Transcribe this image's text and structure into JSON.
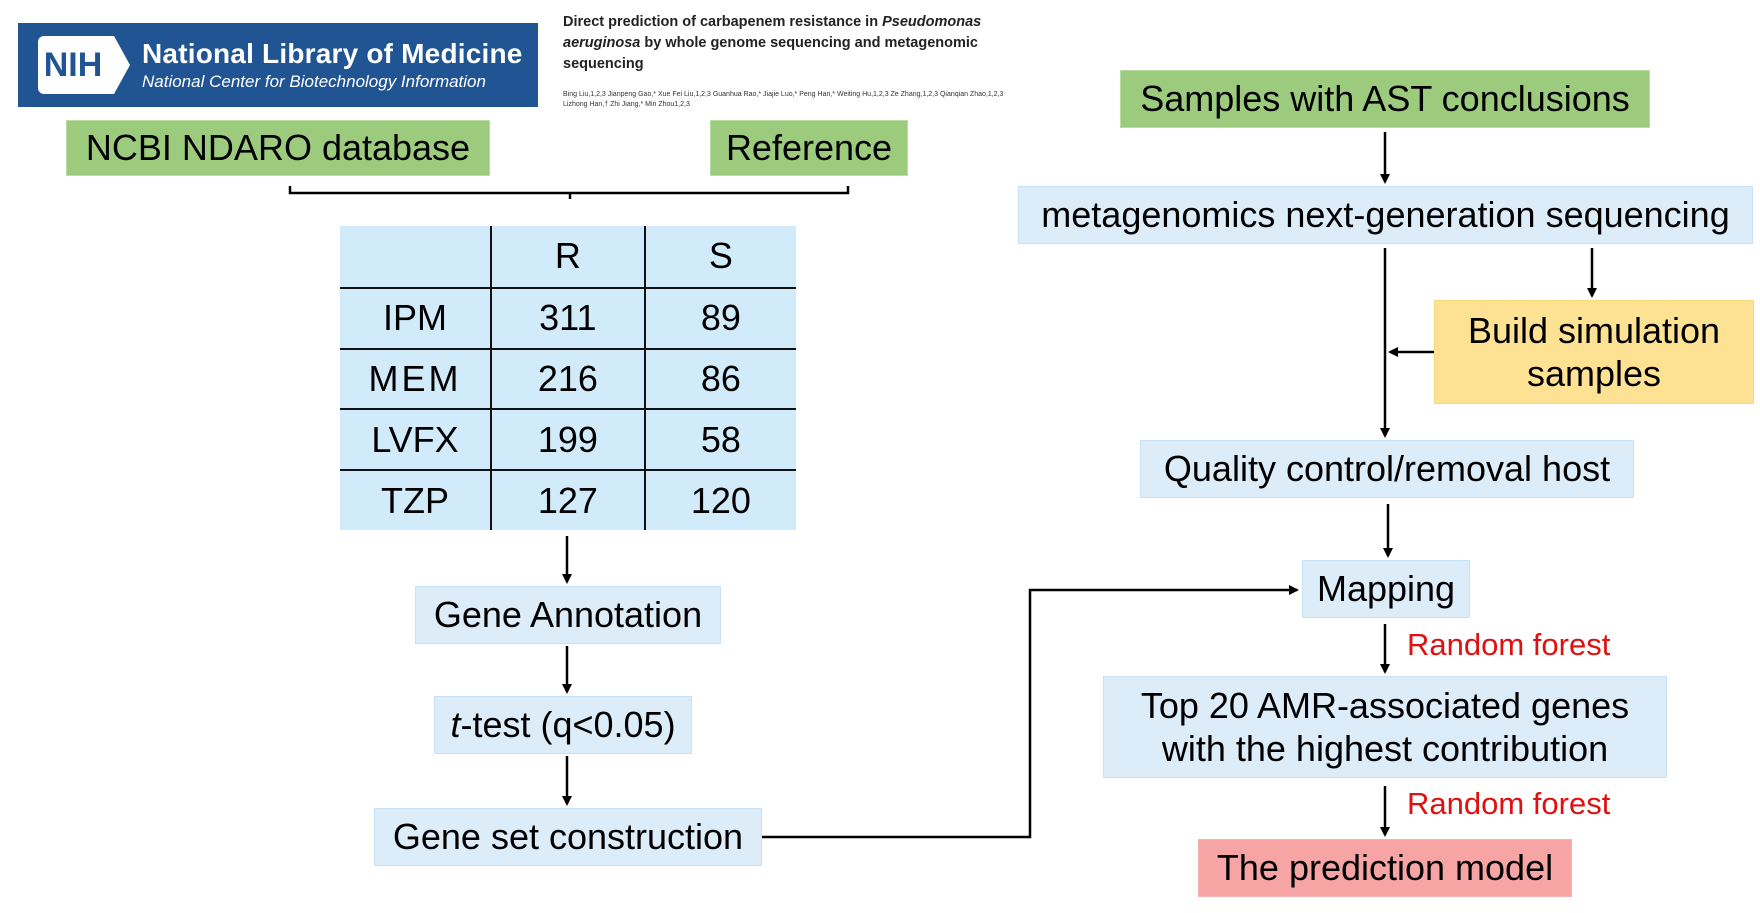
{
  "banner": {
    "logo_text": "NIH",
    "title": "National Library of Medicine",
    "subtitle": "National Center for Biotechnology Information"
  },
  "paper": {
    "title_part1": "Direct prediction of carbapenem resistance in ",
    "title_italic1": "Pseudomonas aeruginosa",
    "title_part2": " by whole genome sequencing and metagenomic sequencing",
    "authors": "Bing Liu,1,2,3 Jianpeng Gao,* Xue Fei Liu,1,2,3 Guanhua Rao,* Jiajie Luo,* Peng Han,* Weiting Hu,1,2,3 Ze Zhang,1,2,3 Qianqian Zhao,1,2,3 Lizhong Han,† Zhi Jiang,* Min Zhou1,2,3"
  },
  "left_flow": {
    "ncbi_box": "NCBI NDARO database",
    "reference_box": "Reference",
    "gene_annotation": "Gene Annotation",
    "ttest_italic": "t",
    "ttest_rest": "-test (q<0.05)",
    "gene_set": "Gene set construction"
  },
  "table": {
    "header": [
      "",
      "R",
      "S"
    ],
    "rows": [
      [
        "IPM",
        "311",
        "89"
      ],
      [
        "MEM",
        "216",
        "86"
      ],
      [
        "LVFX",
        "199",
        "58"
      ],
      [
        "TZP",
        "127",
        "120"
      ]
    ]
  },
  "right_flow": {
    "samples": "Samples with AST conclusions",
    "mngs": "metagenomics next-generation sequencing",
    "build_sim": "Build simulation samples",
    "qc": "Quality control/removal host",
    "mapping": "Mapping",
    "rf1": "Random forest",
    "top20": "Top 20 AMR-associated genes with the highest contribution",
    "rf2": "Random forest",
    "model": "The prediction model"
  },
  "colors": {
    "green": "#9ccb7e",
    "light_blue": "#dcecf9",
    "yellow": "#fde293",
    "pink": "#f7a4a4",
    "red_text": "#e01010",
    "nih_blue": "#205493"
  }
}
